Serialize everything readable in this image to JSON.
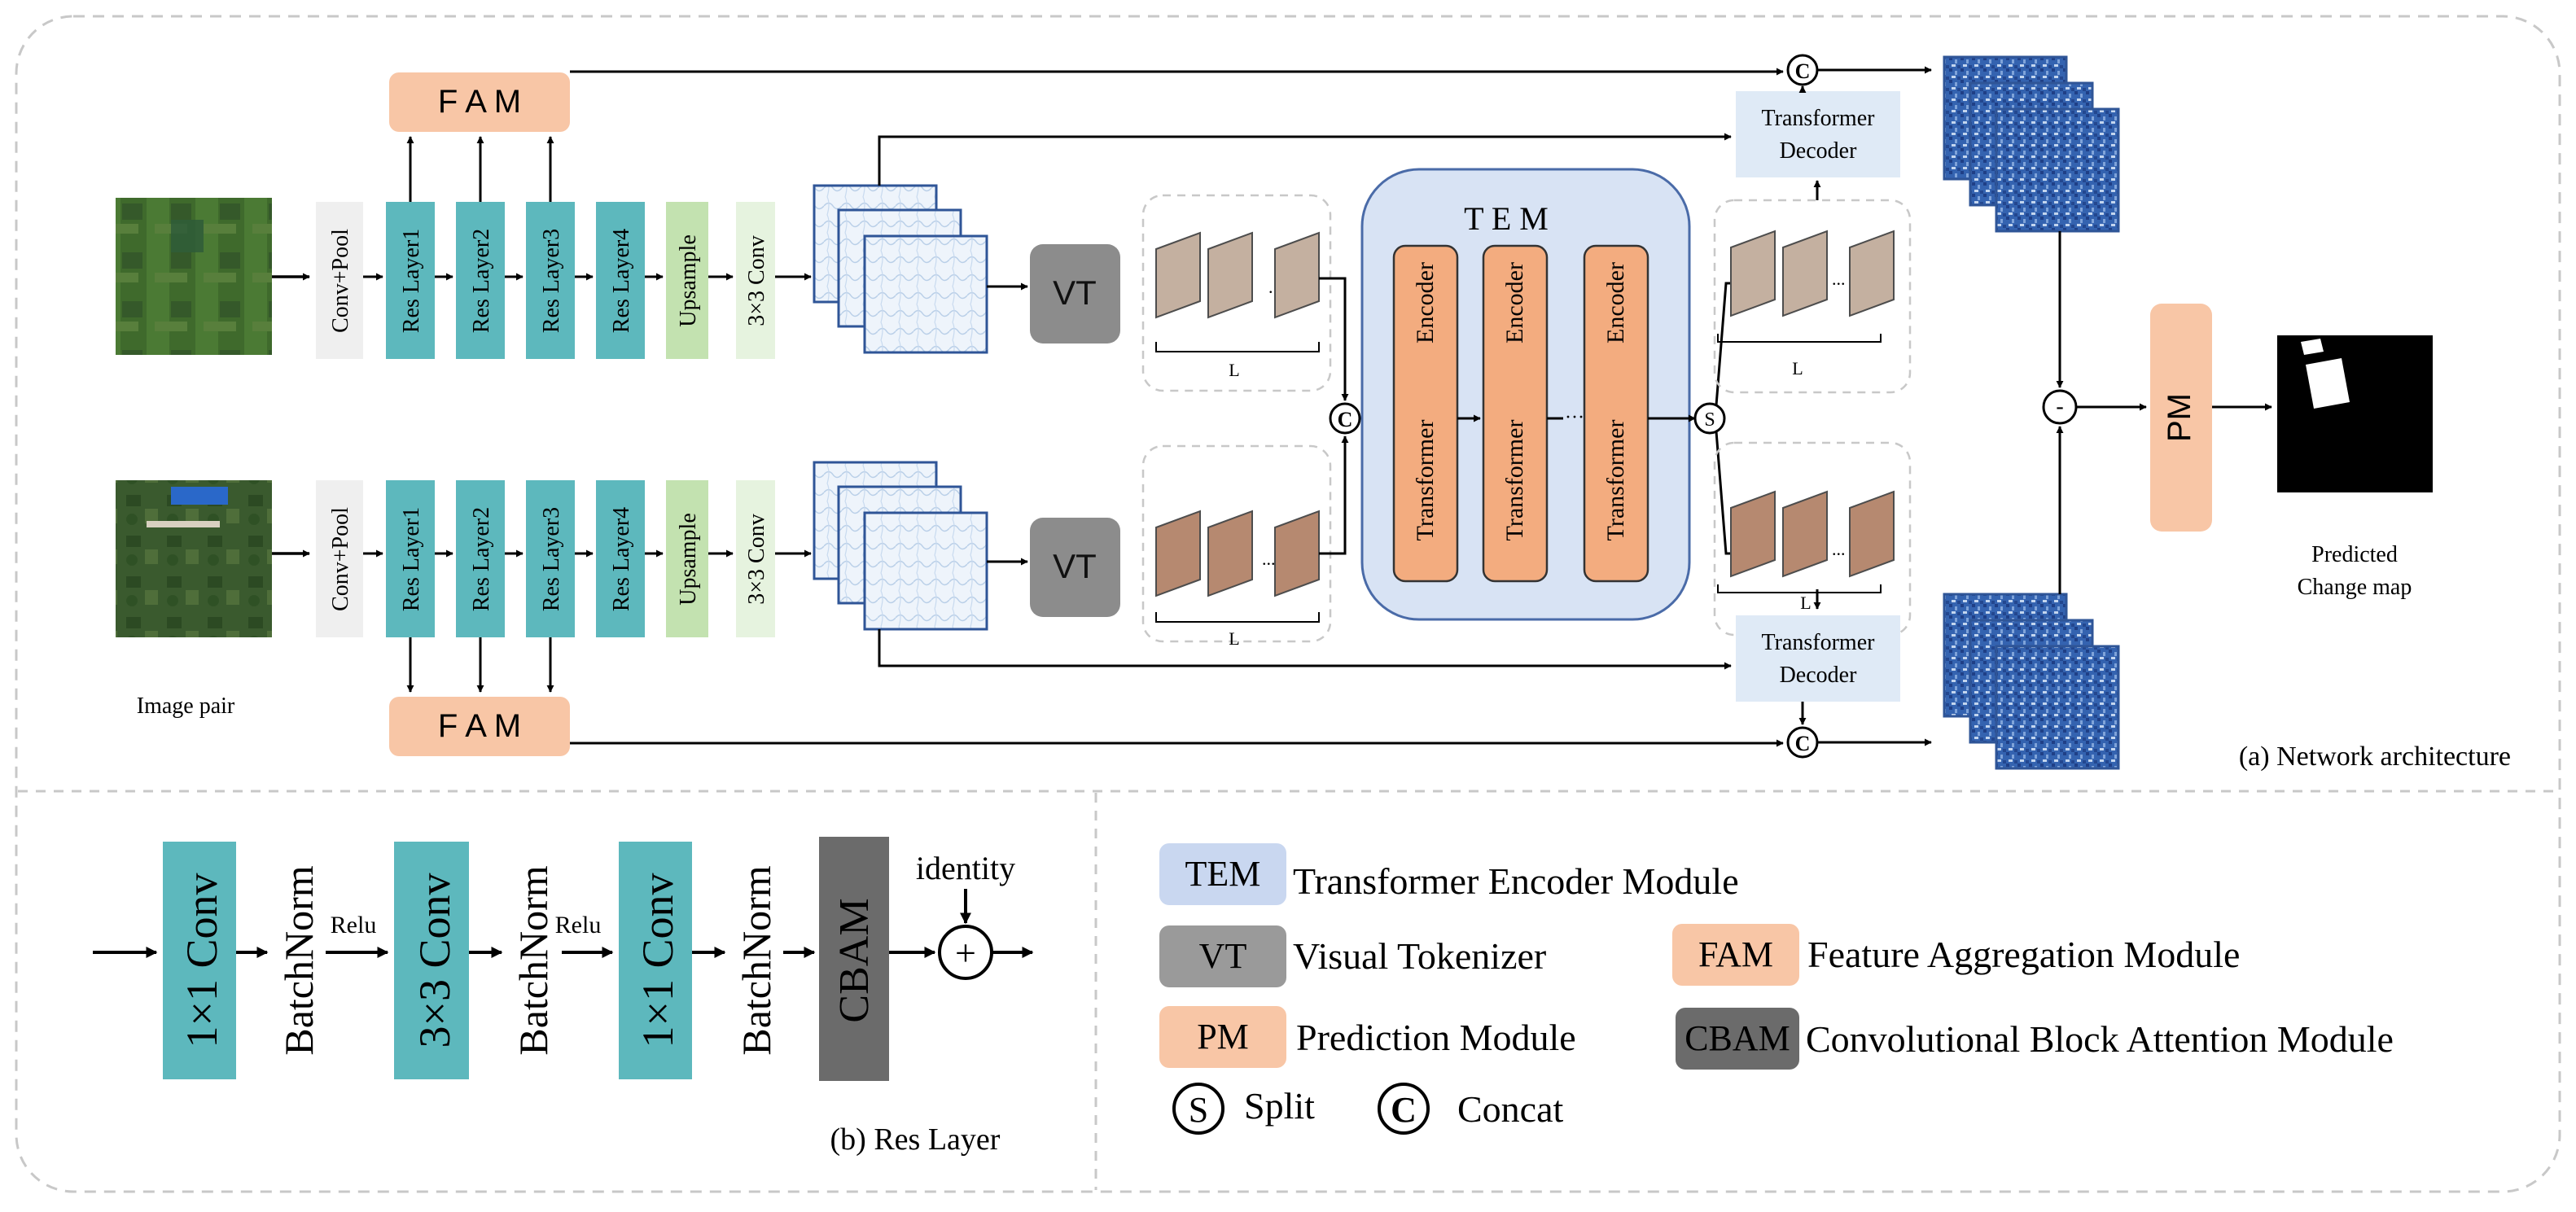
{
  "fam": {
    "label": "F A M"
  },
  "tem": {
    "label": "T E M"
  },
  "vt": {
    "label": "VT"
  },
  "pm": {
    "label": "PM"
  },
  "blocks": {
    "conv_pool": "Conv+Pool",
    "res1": "Res Layer1",
    "res2": "Res Layer2",
    "res3": "Res Layer3",
    "res4": "Res Layer4",
    "upsample": "Upsample",
    "conv3": "3×3 Conv"
  },
  "encoder": {
    "line1": "Encoder",
    "line2": "Transformer",
    "dots": "···"
  },
  "decoder": {
    "line1": "Transformer",
    "line2": "Decoder"
  },
  "token": {
    "dots": "...",
    "length": "L"
  },
  "ops": {
    "concat": "C",
    "split": "S",
    "minus": "-",
    "plus": "+"
  },
  "labels": {
    "image_pair": "Image pair",
    "predicted_1": "Predicted",
    "predicted_2": "Change map",
    "network_caption": "(a) Network architecture",
    "res_caption": "(b) Res Layer"
  },
  "res_layer": {
    "conv1": "1×1 Conv",
    "conv3": "3×3 Conv",
    "conv1b": "1×1 Conv",
    "bn": "BatchNorm",
    "relu": "Relu",
    "cbam": "CBAM",
    "identity": "identity"
  },
  "legend": {
    "tem": {
      "abbr": "TEM",
      "text": "Transformer Encoder Module"
    },
    "vt": {
      "abbr": "VT",
      "text": "Visual Tokenizer"
    },
    "fam": {
      "abbr": "FAM",
      "text": "Feature Aggregation Module"
    },
    "pm": {
      "abbr": "PM",
      "text": "Prediction Module"
    },
    "cbam": {
      "abbr": "CBAM",
      "text": "Convolutional Block Attention Module"
    },
    "split": {
      "symbol": "S",
      "text": "Split"
    },
    "concat": {
      "symbol": "C",
      "text": "Concat"
    }
  },
  "colors": {
    "teal": "#5db8bd",
    "orange": "#f8c6a6",
    "encoder_orange": "#f3ac7f",
    "green": "#c3e2b0",
    "gray_vt": "#8c8c8c",
    "tem_bg": "#d8e3f4",
    "tem_border": "#4a6ba8",
    "decoder_bg": "#dfeaf6",
    "cbam": "#6b6b6b"
  }
}
